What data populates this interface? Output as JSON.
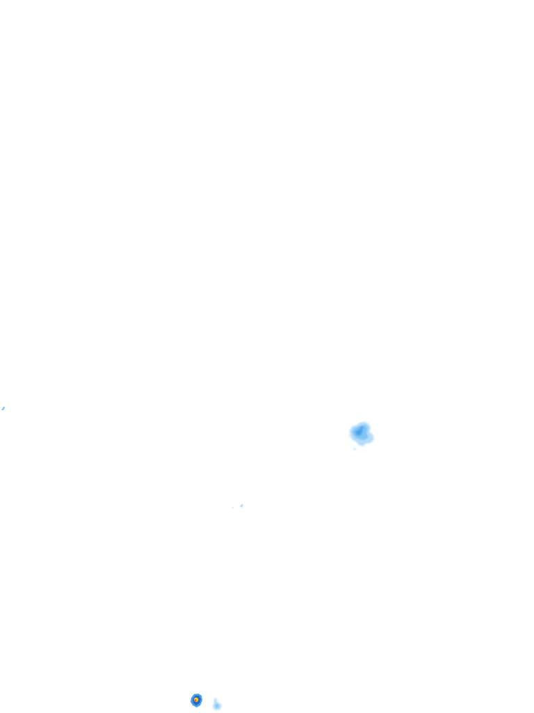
{
  "overlay": {
    "type": "precipitation-radar-tile",
    "background": "#ffffff",
    "palette": {
      "light_blue": "#b4dcfa",
      "mid_blue": "#7fc3f3",
      "blue": "#4aa3ea",
      "deep_blue": "#2468c8",
      "yellow": "#f2d23a",
      "orange": "#f08a1c",
      "red": "#e03a1c"
    },
    "echoes": [
      {
        "name": "echo-west-edge",
        "intensity": "light"
      },
      {
        "name": "echo-east-cluster",
        "intensity": "moderate"
      },
      {
        "name": "echo-center-specks",
        "intensity": "light"
      },
      {
        "name": "echo-south-cell",
        "intensity": "heavy"
      },
      {
        "name": "echo-south-light",
        "intensity": "light"
      }
    ]
  }
}
